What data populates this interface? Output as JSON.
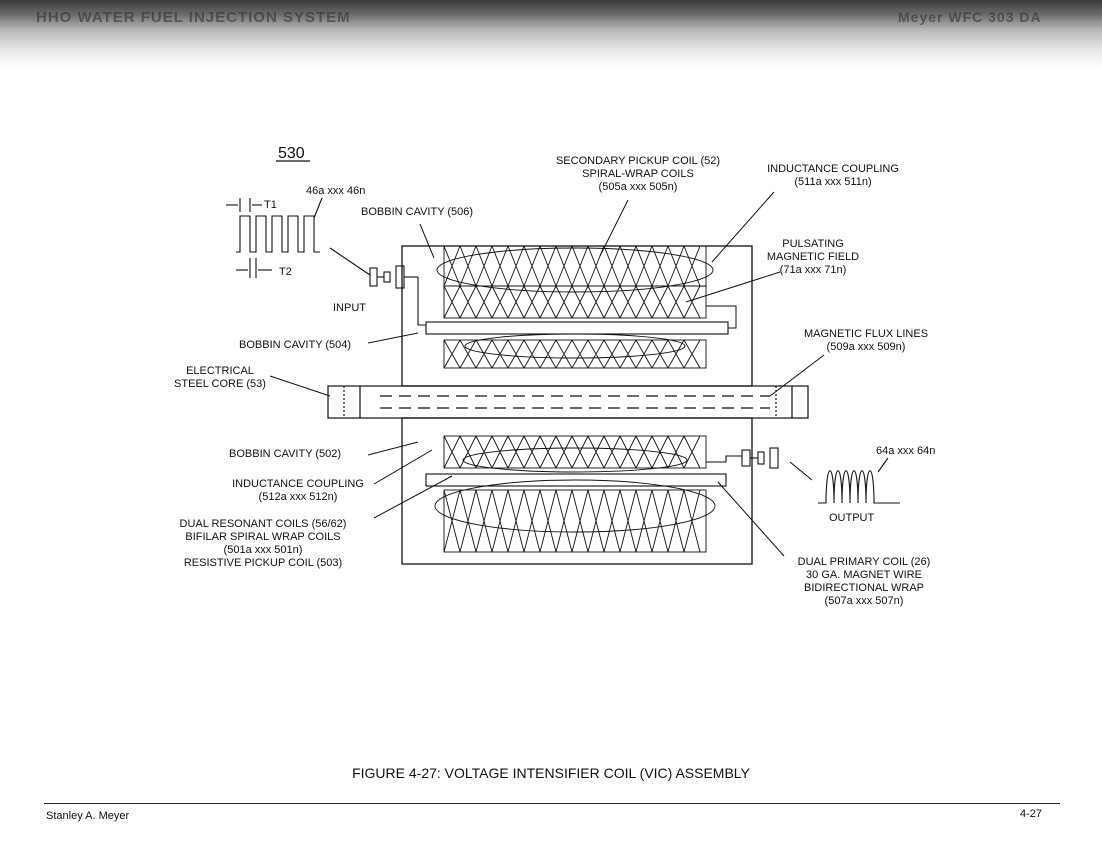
{
  "header": {
    "left_title": "HHO WATER FUEL INJECTION SYSTEM",
    "right_title": "Meyer WFC 303 DA"
  },
  "figure": {
    "number": "530",
    "caption": "FIGURE 4-27: VOLTAGE INTENSIFIER COIL (VIC) ASSEMBLY",
    "labels": {
      "input_pulse": "46a xxx 46n",
      "t1": "T1",
      "t2": "T2",
      "input": "INPUT",
      "bobbin_506": "BOBBIN CAVITY (506)",
      "secondary_1": "SECONDARY PICKUP COIL (52)",
      "secondary_2": "SPIRAL-WRAP COILS",
      "secondary_3": "(505a xxx 505n)",
      "inductance_top_1": "INDUCTANCE COUPLING",
      "inductance_top_2": "(511a xxx 511n)",
      "pulsating_1": "PULSATING",
      "pulsating_2": "MAGNETIC FIELD",
      "pulsating_3": "(71a xxx 71n)",
      "bobbin_504": "BOBBIN CAVITY (504)",
      "flux_1": "MAGNETIC FLUX LINES",
      "flux_2": "(509a xxx 509n)",
      "core_1": "ELECTRICAL",
      "core_2": "STEEL CORE (53)",
      "bobbin_502": "BOBBIN CAVITY (502)",
      "output_pulse": "64a xxx 64n",
      "inductance_bot_1": "INDUCTANCE COUPLING",
      "inductance_bot_2": "(512a xxx 512n)",
      "output": "OUTPUT",
      "dual_res_1": "DUAL RESONANT COILS (56/62)",
      "dual_res_2": "BIFILAR SPIRAL WRAP COILS",
      "dual_res_3": "(501a xxx 501n)",
      "dual_res_4": "RESISTIVE PICKUP COIL (503)",
      "primary_1": "DUAL PRIMARY COIL (26)",
      "primary_2": "30 GA. MAGNET WIRE",
      "primary_3": "BIDIRECTIONAL WRAP",
      "primary_4": "(507a xxx 507n)"
    }
  },
  "footer": {
    "author": "Stanley A. Meyer",
    "page": "4-27"
  }
}
